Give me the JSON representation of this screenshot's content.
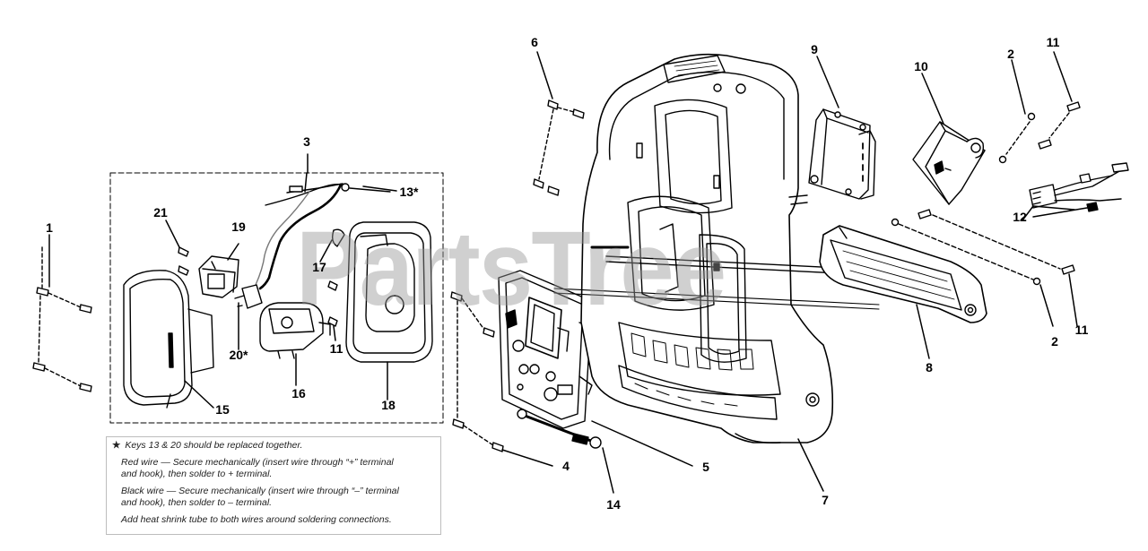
{
  "watermark": "PartsTree",
  "callouts": [
    {
      "id": "c1",
      "label": "1"
    },
    {
      "id": "c2a",
      "label": "2"
    },
    {
      "id": "c2b",
      "label": "2"
    },
    {
      "id": "c3",
      "label": "3"
    },
    {
      "id": "c4",
      "label": "4"
    },
    {
      "id": "c5",
      "label": "5"
    },
    {
      "id": "c6",
      "label": "6"
    },
    {
      "id": "c7",
      "label": "7"
    },
    {
      "id": "c8",
      "label": "8"
    },
    {
      "id": "c9",
      "label": "9"
    },
    {
      "id": "c10",
      "label": "10"
    },
    {
      "id": "c11a",
      "label": "11"
    },
    {
      "id": "c11b",
      "label": "11"
    },
    {
      "id": "c11c",
      "label": "11"
    },
    {
      "id": "c12",
      "label": "12"
    },
    {
      "id": "c13",
      "label": "13*"
    },
    {
      "id": "c14",
      "label": "14"
    },
    {
      "id": "c15",
      "label": "15"
    },
    {
      "id": "c16",
      "label": "16"
    },
    {
      "id": "c17",
      "label": "17"
    },
    {
      "id": "c18",
      "label": "18"
    },
    {
      "id": "c19",
      "label": "19"
    },
    {
      "id": "c20",
      "label": "20*"
    },
    {
      "id": "c21",
      "label": "21"
    }
  ],
  "note": {
    "star": "★",
    "line1": "Keys 13 & 20 should be replaced together.",
    "line2": "Red wire — Secure mechanically (insert wire through “+” terminal",
    "line3": "and hook), then solder to + terminal.",
    "line4": "Black wire — Secure mechanically (insert wire through “–” terminal",
    "line5": "and hook), then solder to – terminal.",
    "line6": "Add heat shrink tube to both wires around soldering connections."
  }
}
